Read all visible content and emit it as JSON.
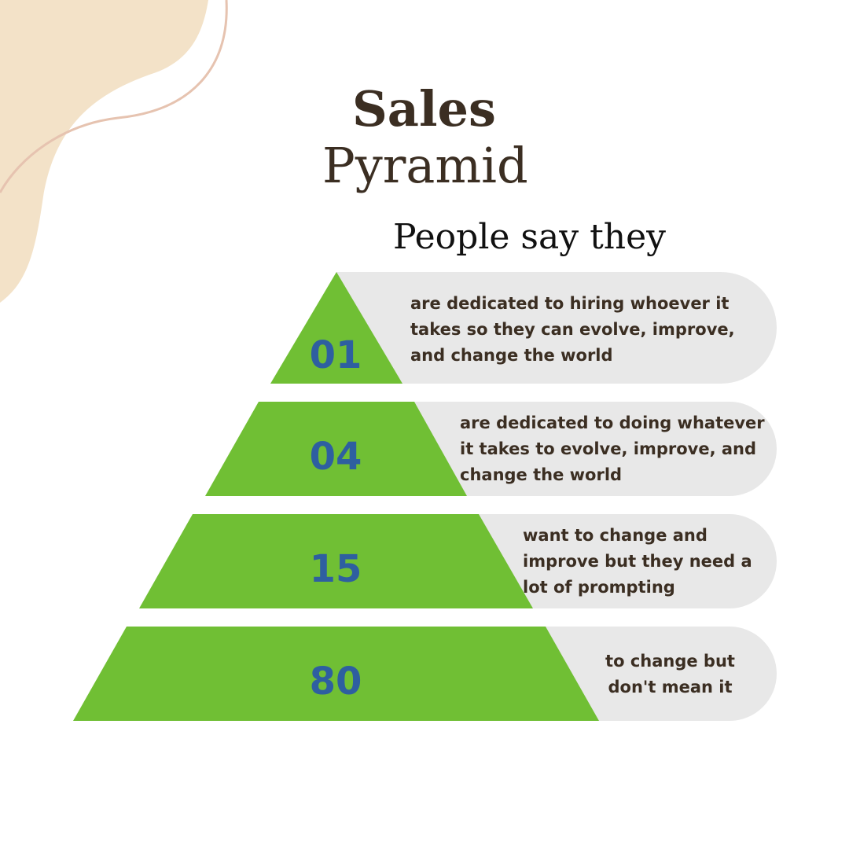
{
  "title": {
    "line1": "Sales",
    "line2": "Pyramid"
  },
  "subtitle": "People say they",
  "colors": {
    "tier_fill": "#70bf34",
    "pill_fill": "#e8e8e8",
    "number": "#2e5fa0",
    "text": "#3b2e22",
    "decor_blob": "#f3e2c8",
    "decor_line": "#e6c3b0"
  },
  "tiers": [
    {
      "number": "01",
      "text": "are dedicated to hiring whoever it takes so they can evolve, improve, and change the world"
    },
    {
      "number": "04",
      "text": "are dedicated to doing whatever it takes to evolve, improve, and change the world"
    },
    {
      "number": "15",
      "text": "want to change and improve but they need a lot of prompting"
    },
    {
      "number": "80",
      "text": "to change but don't mean it"
    }
  ]
}
